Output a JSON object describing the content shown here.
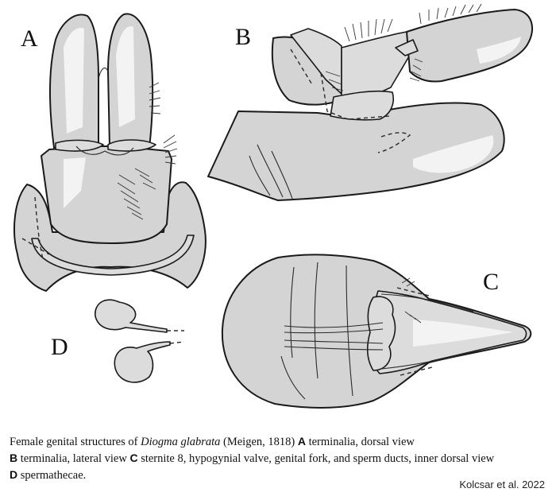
{
  "panels": {
    "a": "A",
    "b": "B",
    "c": "C",
    "d": "D"
  },
  "caption": {
    "intro": "Female genital structures of ",
    "species": "Diogma glabrata",
    "authority": " (Meigen, 1818) ",
    "items": [
      {
        "letter": "A",
        "text": " terminalia, dorsal view"
      },
      {
        "letter": "B",
        "text": " terminalia, lateral view "
      },
      {
        "letter": "C",
        "text": " sternite 8, hypogynial valve, genital fork, and sperm ducts, inner dorsal view"
      },
      {
        "letter": "D",
        "text": " spermathecae."
      }
    ]
  },
  "credit": "Kolcsar et al. 2022"
}
